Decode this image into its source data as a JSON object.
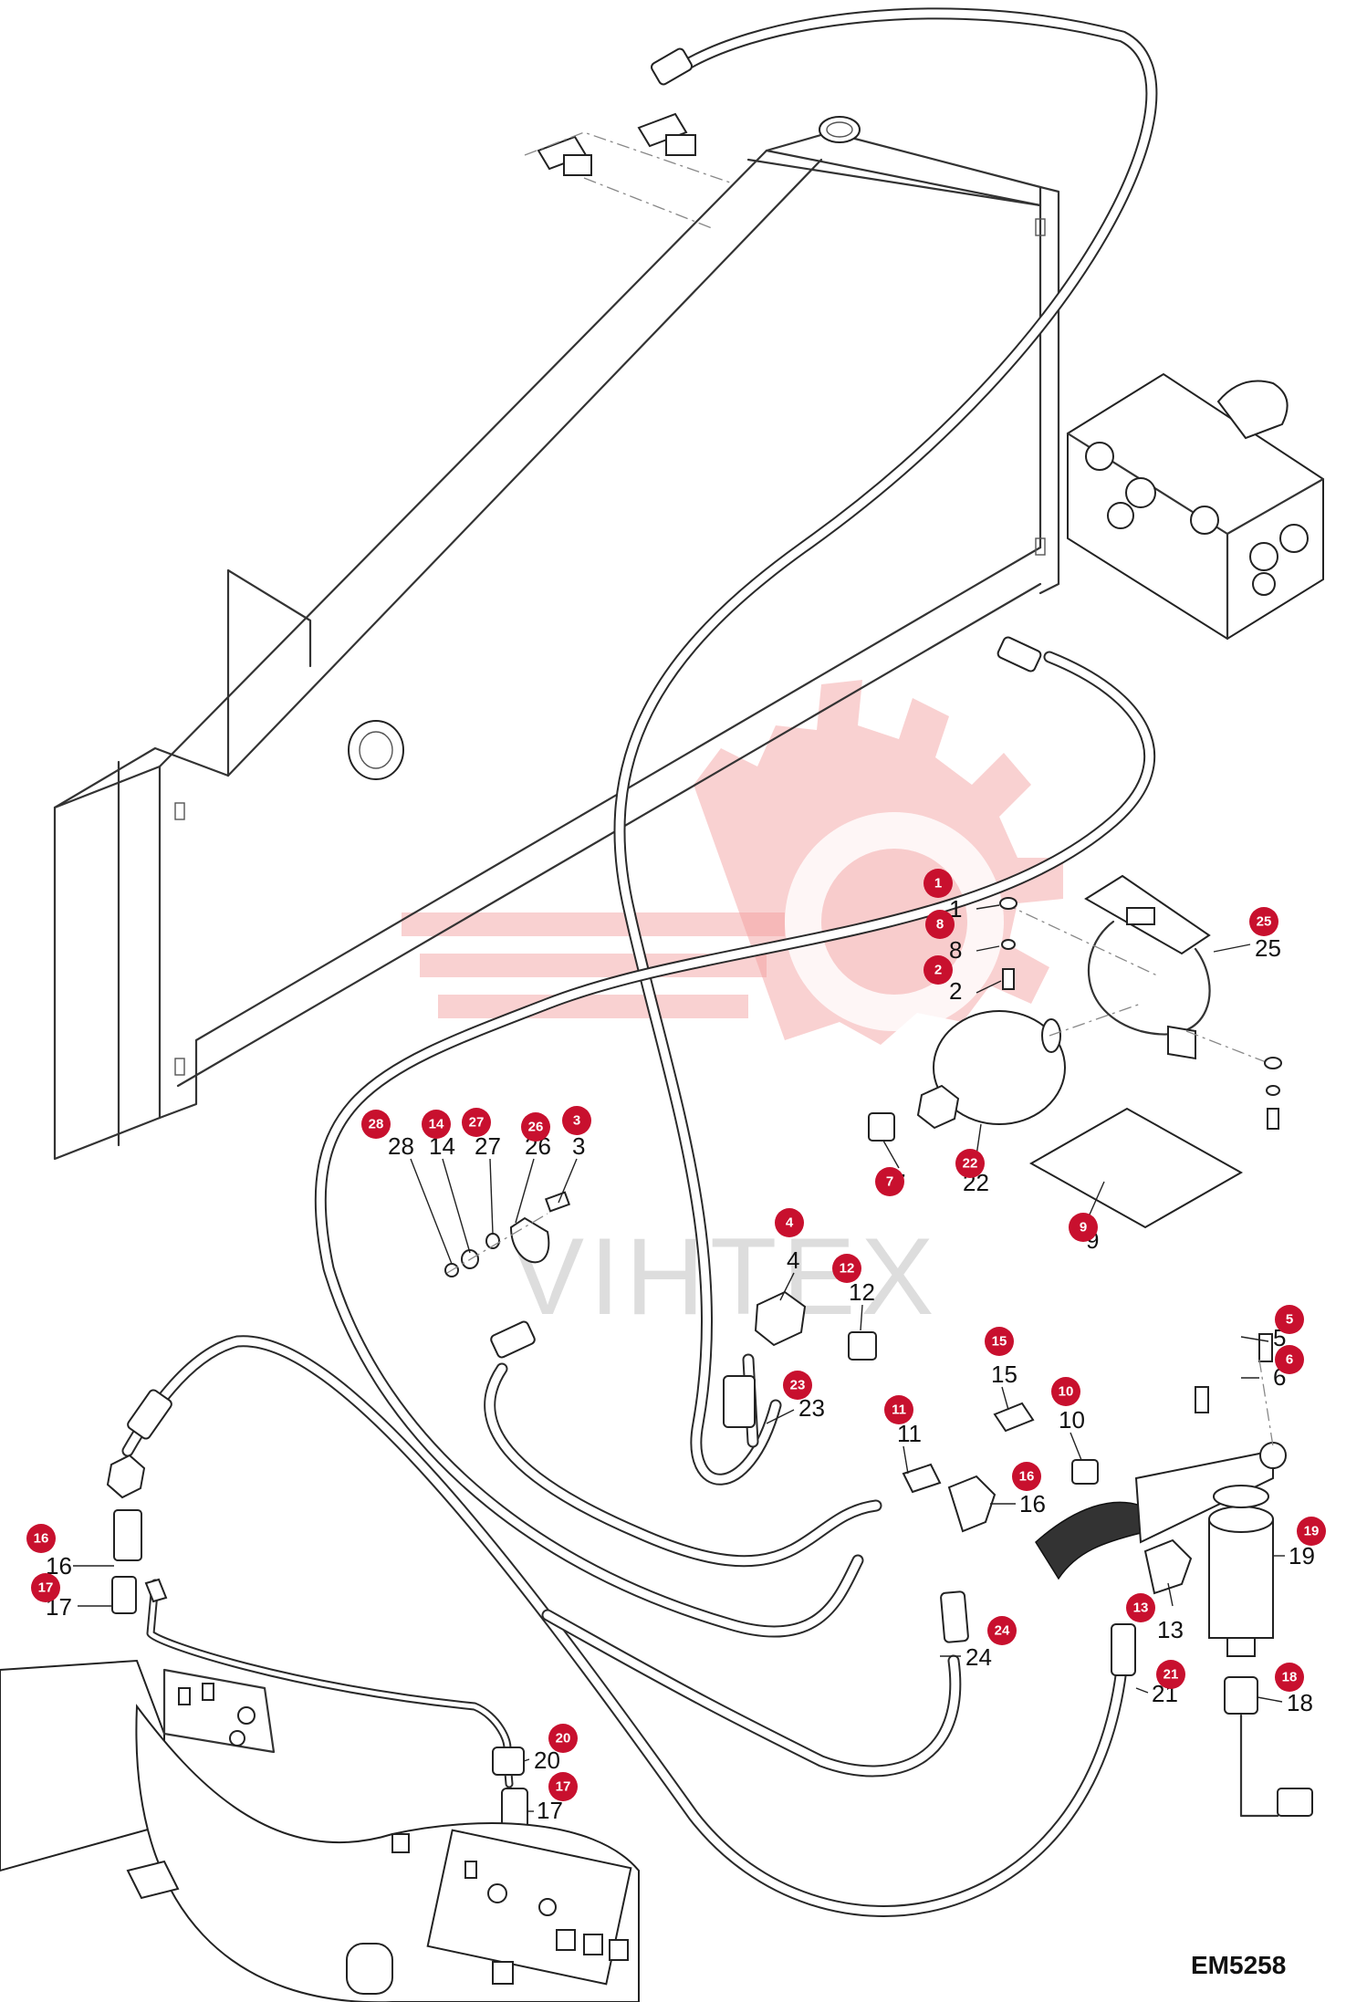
{
  "diagram": {
    "reference_code": "EM5258",
    "watermark_text": "VIHTEX",
    "callouts": [
      {
        "id": "c1",
        "label": "1"
      },
      {
        "id": "c8",
        "label": "8"
      },
      {
        "id": "c2",
        "label": "2"
      },
      {
        "id": "c25",
        "label": "25"
      },
      {
        "id": "c28",
        "label": "28"
      },
      {
        "id": "c14",
        "label": "14"
      },
      {
        "id": "c27",
        "label": "27"
      },
      {
        "id": "c26",
        "label": "26"
      },
      {
        "id": "c3",
        "label": "3"
      },
      {
        "id": "c7",
        "label": "7"
      },
      {
        "id": "c22",
        "label": "22"
      },
      {
        "id": "c9",
        "label": "9"
      },
      {
        "id": "c4",
        "label": "4"
      },
      {
        "id": "c12",
        "label": "12"
      },
      {
        "id": "c5",
        "label": "5"
      },
      {
        "id": "c6",
        "label": "6"
      },
      {
        "id": "c15",
        "label": "15"
      },
      {
        "id": "c10",
        "label": "10"
      },
      {
        "id": "c23",
        "label": "23"
      },
      {
        "id": "c11",
        "label": "11"
      },
      {
        "id": "c16a",
        "label": "16"
      },
      {
        "id": "c19",
        "label": "19"
      },
      {
        "id": "c13",
        "label": "13"
      },
      {
        "id": "c24",
        "label": "24"
      },
      {
        "id": "c21",
        "label": "21"
      },
      {
        "id": "c18",
        "label": "18"
      },
      {
        "id": "c16b",
        "label": "16"
      },
      {
        "id": "c17a",
        "label": "17"
      },
      {
        "id": "c20",
        "label": "20"
      },
      {
        "id": "c17b",
        "label": "17"
      }
    ]
  }
}
